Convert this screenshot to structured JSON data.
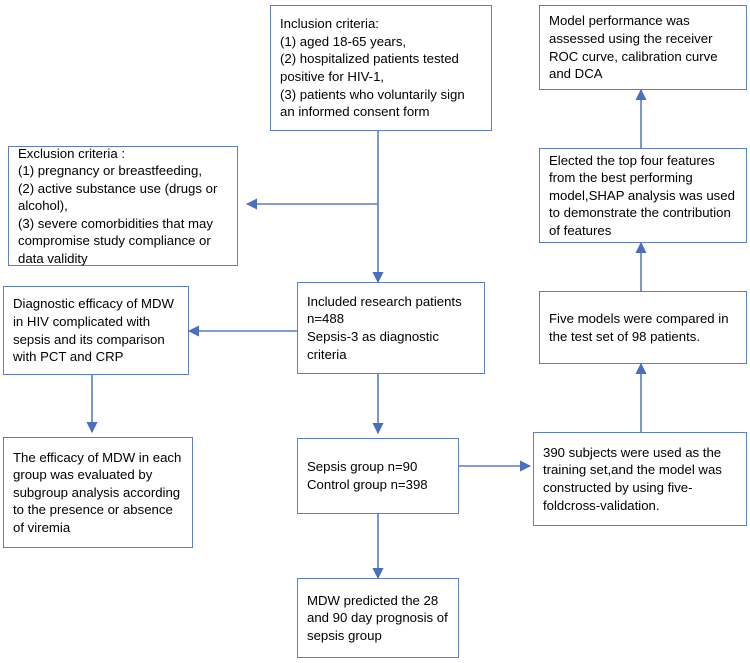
{
  "diagram": {
    "type": "flowchart",
    "title": "Study design flow diagram",
    "accent_color": "#5b7fc7",
    "text_color": "#000000",
    "background_color": "#ffffff",
    "nodes": [
      {
        "id": "inclusion",
        "text": "Inclusion criteria:\n(1) aged 18-65 years,\n(2) hospitalized patients tested positive for HIV-1,\n(3) patients who voluntarily sign an informed consent form"
      },
      {
        "id": "exclusion",
        "text": "Exclusion criteria :\n(1) pregnancy or breastfeeding,\n(2) active substance use (drugs or alcohol),\n(3) severe comorbidities that may compromise study compliance or data validity"
      },
      {
        "id": "included_research",
        "text": "Included research patients n=488\nSepsis-3 as diagnostic criteria"
      },
      {
        "id": "diagnostic_efficacy",
        "text": "Diagnostic efficacy of MDW in HIV complicated with sepsis and its comparison with PCT and CRP"
      },
      {
        "id": "subgroup_efficacy",
        "text": "The efficacy of MDW in each group was evaluated by subgroup analysis according to the presence or absence of viremia"
      },
      {
        "id": "groups",
        "text": "Sepsis group n=90\nControl group n=398"
      },
      {
        "id": "prognosis",
        "text": "MDW predicted the 28 and 90 day prognosis of sepsis group"
      },
      {
        "id": "training_set",
        "text": "390 subjects were used as the training set,and the model was constructed by using five-foldcross-validation."
      },
      {
        "id": "five_models",
        "text": "Five models were compared in the test set of 98 patients."
      },
      {
        "id": "shap",
        "text": "Elected the top four features from the best performing model,SHAP analysis was used to demonstrate the contribution of features"
      },
      {
        "id": "model_performance",
        "text": "Model performance was assessed using the receiver ROC curve, calibration curve and DCA"
      }
    ],
    "edges": [
      {
        "from": "inclusion",
        "to": "exclusion",
        "direction": "left"
      },
      {
        "from": "inclusion",
        "to": "included_research",
        "direction": "down"
      },
      {
        "from": "included_research",
        "to": "diagnostic_efficacy",
        "direction": "left"
      },
      {
        "from": "diagnostic_efficacy",
        "to": "subgroup_efficacy",
        "direction": "down"
      },
      {
        "from": "included_research",
        "to": "groups",
        "direction": "down"
      },
      {
        "from": "groups",
        "to": "prognosis",
        "direction": "down"
      },
      {
        "from": "groups",
        "to": "training_set",
        "direction": "right"
      },
      {
        "from": "training_set",
        "to": "five_models",
        "direction": "up"
      },
      {
        "from": "five_models",
        "to": "shap",
        "direction": "up"
      },
      {
        "from": "shap",
        "to": "model_performance",
        "direction": "up"
      }
    ]
  }
}
